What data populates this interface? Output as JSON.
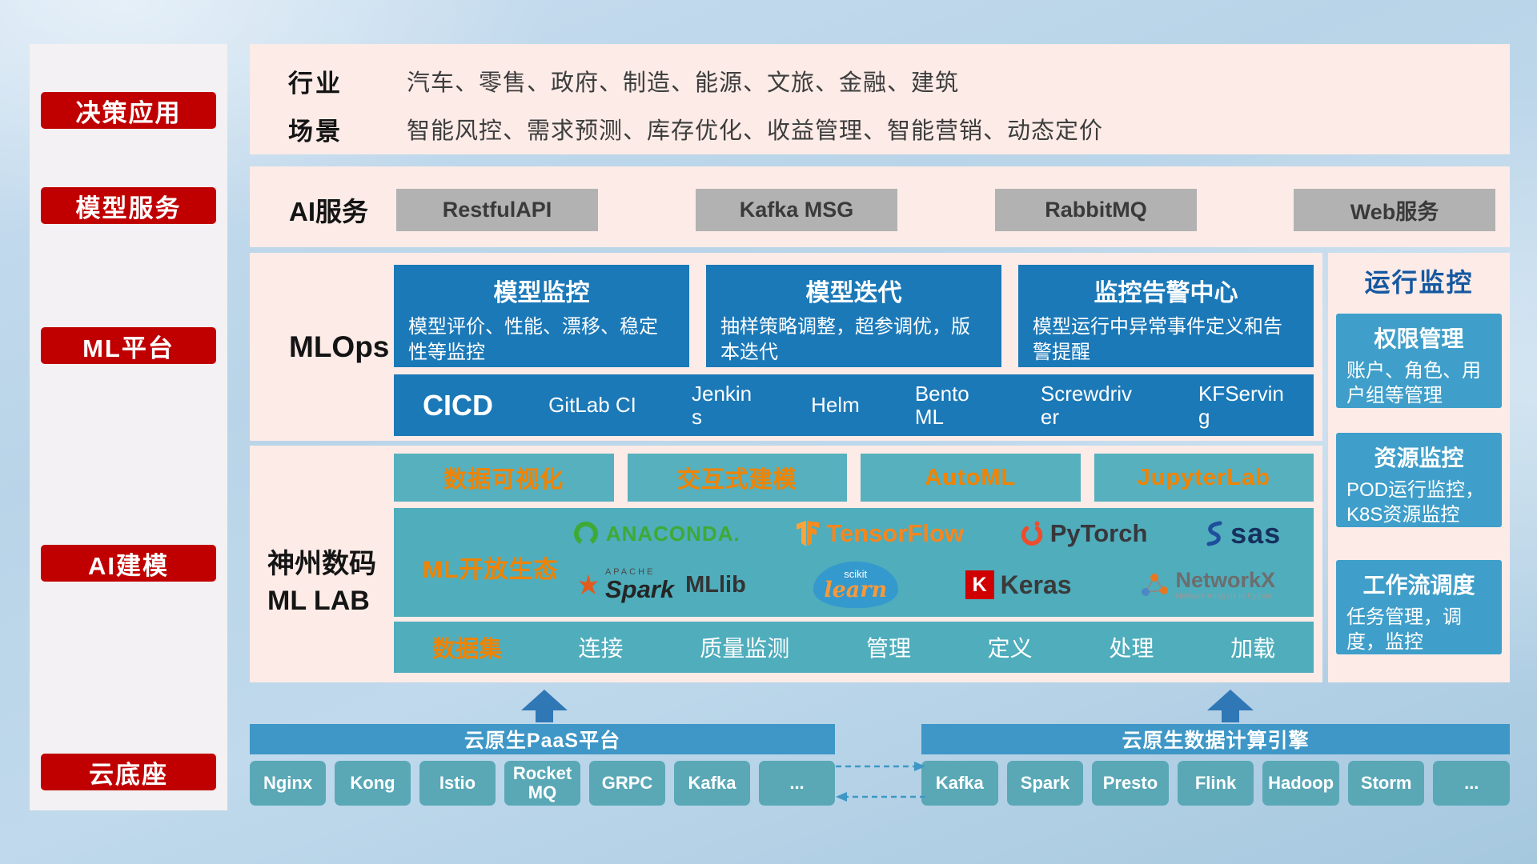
{
  "colors": {
    "badge_red": "#c00000",
    "panel_pink": "#fcebe7",
    "card_blue": "#1b79b8",
    "monitor_blue": "#3f9fca",
    "lab_teal": "#4fadbc",
    "accent_orange": "#f08300",
    "bar_blue": "#3e97c6",
    "button_teal": "#5aa8b6"
  },
  "sidebar": {
    "items": [
      "决策应用",
      "模型服务",
      "ML平台",
      "AI建模",
      "云底座"
    ]
  },
  "industry": {
    "label1": "行业",
    "text1": "汽车、零售、政府、制造、能源、文旅、金融、建筑",
    "label2": "场景",
    "text2": "智能风控、需求预测、库存优化、收益管理、智能营销、动态定价"
  },
  "ai_service": {
    "label": "AI服务",
    "items": [
      "RestfulAPI",
      "Kafka MSG",
      "RabbitMQ",
      "Web服务"
    ]
  },
  "mlops": {
    "label": "MLOps",
    "cards": [
      {
        "title": "模型监控",
        "desc": "模型评价、性能、漂移、稳定性等监控"
      },
      {
        "title": "模型迭代",
        "desc": "抽样策略调整，超参调优，版本迭代"
      },
      {
        "title": "监控告警中心",
        "desc": "模型运行中异常事件定义和告警提醒"
      }
    ],
    "cicd_label": "CICD",
    "cicd_tools": [
      "GitLab CI",
      "Jenkins",
      "Helm",
      "BentoML",
      "Screwdriver",
      "KFServing"
    ]
  },
  "monitor": {
    "title": "运行监控",
    "cards": [
      {
        "title": "权限管理",
        "desc": "账户、角色、用户组等管理"
      },
      {
        "title": "资源监控",
        "desc": "POD运行监控，K8S资源监控"
      },
      {
        "title": "工作流调度",
        "desc": "任务管理，调度，监控"
      }
    ]
  },
  "mllab": {
    "title_line1": "神州数码",
    "title_line2": "ML LAB",
    "tools": [
      "数据可视化",
      "交互式建模",
      "AutoML",
      "JupyterLab"
    ],
    "eco_label": "ML开放生态",
    "logos": {
      "anaconda": "ANACONDA.",
      "tensorflow": "TensorFlow",
      "pytorch": "PyTorch",
      "sas": "sas",
      "spark_top": "APACHE",
      "spark": "Spark",
      "mllib": "MLlib",
      "sklearn_top": "scikit",
      "sklearn": "learn",
      "keras_letter": "K",
      "keras": "Keras",
      "networkx": "NetworkX",
      "networkx_sub": "Network Analysis in Python"
    },
    "data_items": [
      "数据集",
      "连接",
      "质量监测",
      "管理",
      "定义",
      "处理",
      "加载"
    ]
  },
  "bottom": {
    "paas_title": "云原生PaaS平台",
    "paas_items": [
      "Nginx",
      "Kong",
      "Istio",
      "RocketMQ",
      "GRPC",
      "Kafka",
      "..."
    ],
    "engine_title": "云原生数据计算引擎",
    "engine_items": [
      "Kafka",
      "Spark",
      "Presto",
      "Flink",
      "Hadoop",
      "Storm",
      "..."
    ]
  }
}
